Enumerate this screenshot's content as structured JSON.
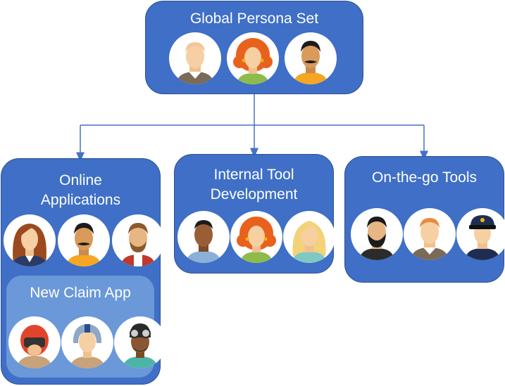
{
  "global": {
    "title": "Global Persona Set",
    "avatars": [
      "man-white-shirt-icon",
      "woman-orange-curly-hair-icon",
      "man-mustache-yellow-shirt-icon"
    ]
  },
  "online": {
    "title_line1": "Online",
    "title_line2": "Applications",
    "avatars": [
      "woman-long-brown-hair-icon",
      "man-mustache-yellow-shirt-icon",
      "man-beard-red-shirt-icon"
    ],
    "sub": {
      "title": "New Claim App",
      "avatars": [
        "motorcyclist-red-helmet-icon",
        "rider-blue-helmet-icon",
        "aviator-goggles-icon"
      ]
    }
  },
  "internal": {
    "title_line1": "Internal Tool",
    "title_line2": "Development",
    "avatars": [
      "man-dark-skin-blue-shirt-icon",
      "woman-orange-curly-hair-icon",
      "woman-blonde-icon"
    ]
  },
  "onthego": {
    "title": "On-the-go Tools",
    "avatars": [
      "man-black-beard-icon",
      "man-white-shirt-icon",
      "police-officer-icon"
    ]
  },
  "colors": {
    "box_fill": "#3f6fc6",
    "box_border": "#2f528f",
    "subbox_fill": "#6a98d8",
    "connector": "#4472c4"
  }
}
